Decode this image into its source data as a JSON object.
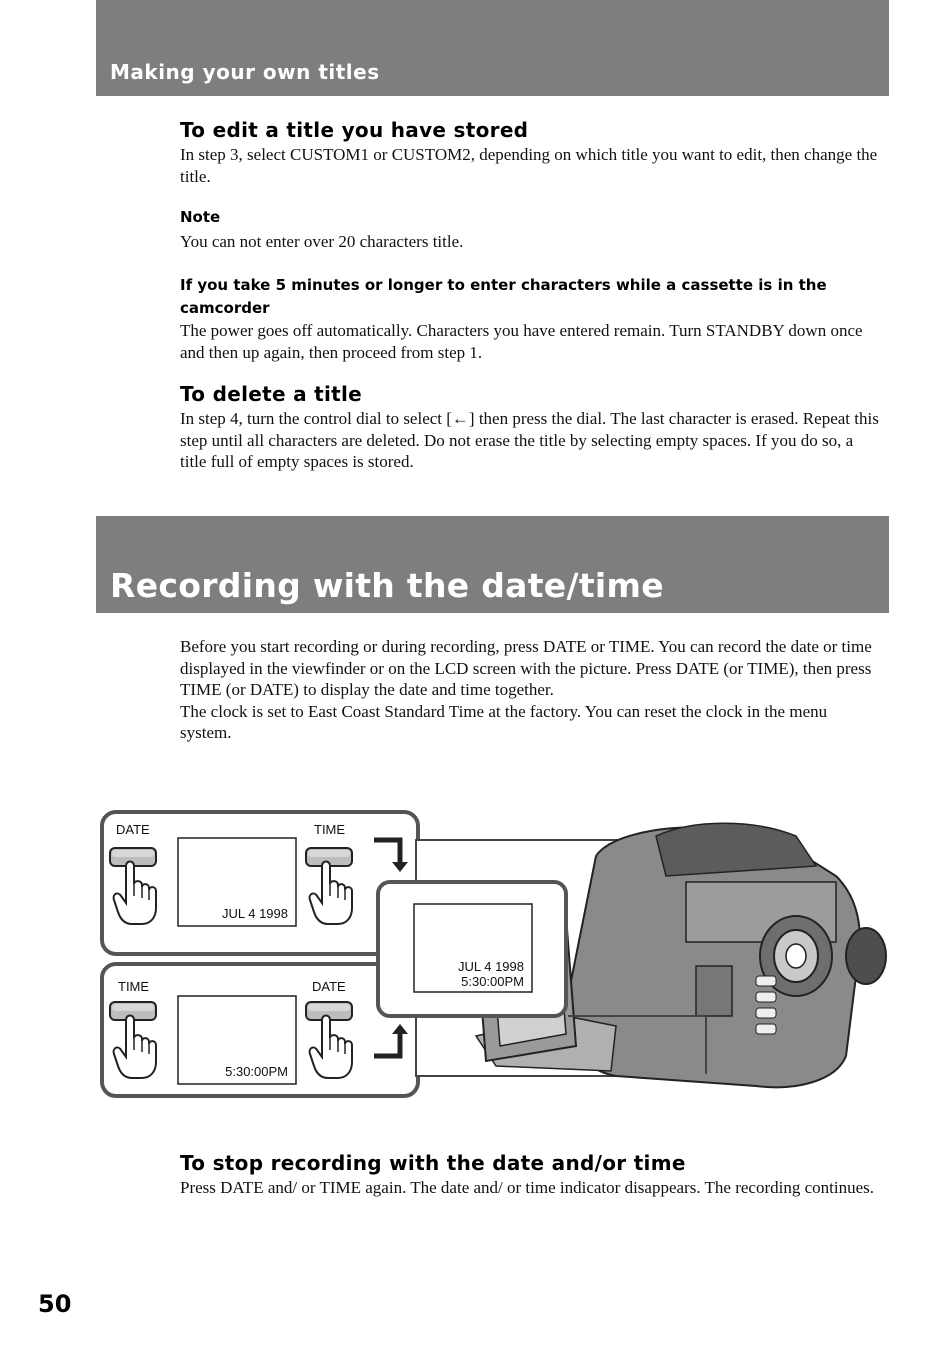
{
  "section1": {
    "title": "Making your own titles"
  },
  "edit": {
    "heading": "To edit a title you have stored",
    "text": "In step 3, select CUSTOM1 or CUSTOM2, depending on which title you want to edit, then change the title."
  },
  "note": {
    "heading": "Note",
    "text": "You can not enter over 20 characters title."
  },
  "cassette": {
    "heading": "If you take 5 minutes or longer to enter characters while a cassette is in the camcorder",
    "text": "The power goes off automatically.  Characters you have entered remain.  Turn STANDBY down once and then up again, then proceed from step 1."
  },
  "delete": {
    "heading": "To delete a title",
    "text": "In step 4, turn the control dial to select [←] then press the dial. The last character is erased. Repeat this step until all characters are deleted.  Do not erase the title by selecting empty spaces.  If you do so, a title full of empty spaces is stored."
  },
  "section2": {
    "title": "Recording with the date/time"
  },
  "intro": {
    "text": "Before you start recording or during recording, press DATE or TIME.  You can record the date or time displayed in the viewfinder or on the LCD screen with the picture. Press DATE (or TIME), then press TIME (or DATE) to display the date and time together.\nThe clock is set to East Coast Standard Time at the factory.  You can reset the clock in the menu system."
  },
  "figure": {
    "panel1": {
      "left_button": "DATE",
      "right_button": "TIME",
      "screen_text": "JUL 4 1998"
    },
    "panel2": {
      "left_button": "TIME",
      "right_button": "DATE",
      "screen_text": "5:30:00PM"
    },
    "combined": {
      "date": "JUL 4 1998",
      "time": "5:30:00PM"
    }
  },
  "stop": {
    "heading": "To stop recording with the date and/or time",
    "text": "Press DATE and/ or TIME again.  The date and/ or time indicator disappears.  The recording continues."
  },
  "page_number": "50"
}
